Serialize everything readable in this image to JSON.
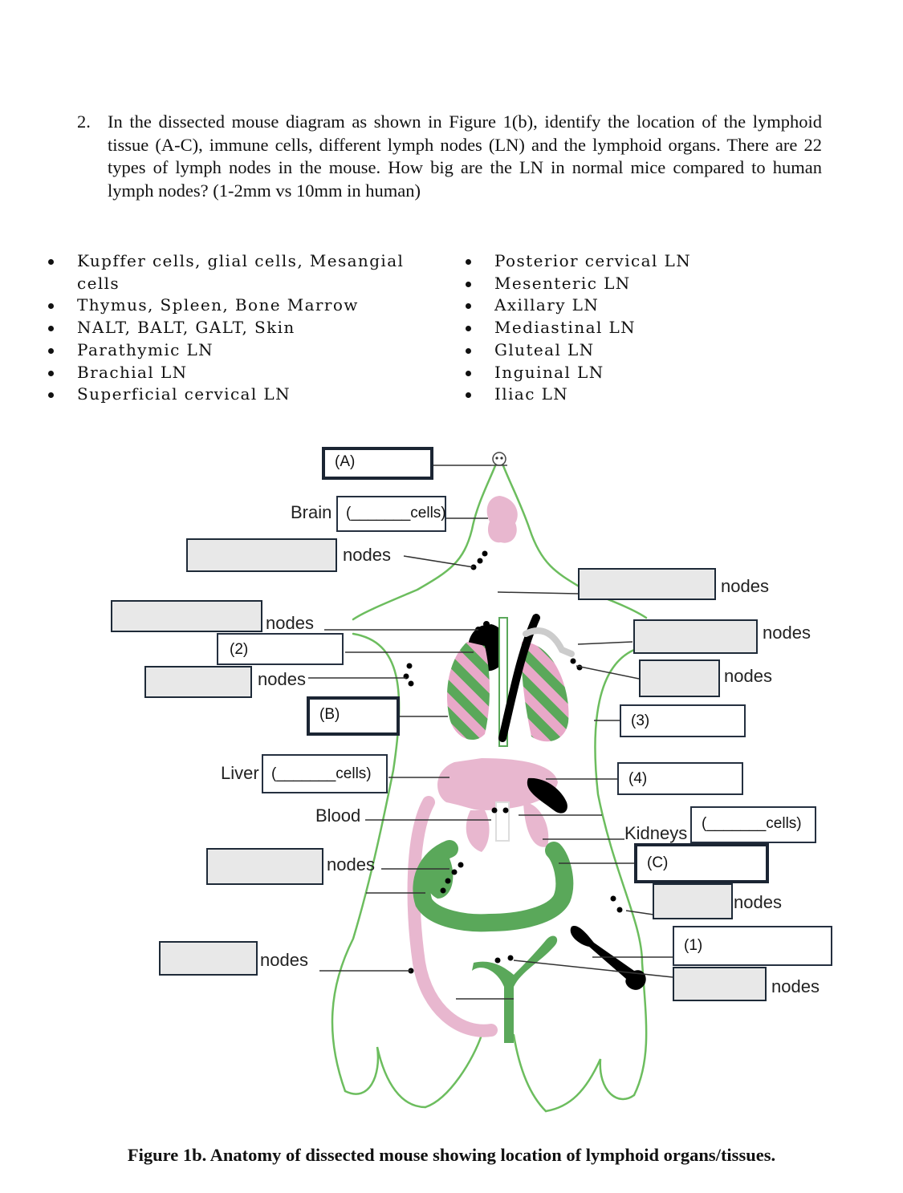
{
  "question": {
    "number": "2.",
    "text": "In the dissected mouse diagram as shown in Figure 1(b), identify the location of the lymphoid tissue (A-C), immune cells, different lymph nodes (LN) and the lymphoid organs. There are 22 types of lymph nodes in the mouse. How big are the LN in normal mice compared to human lymph nodes? (1-2mm vs 10mm in human)"
  },
  "options_left": [
    "Kupffer cells, glial cells, Mesangial cells",
    "Thymus, Spleen, Bone Marrow",
    "NALT, BALT, GALT, Skin",
    "Parathymic LN",
    "Brachial LN",
    "Superficial cervical LN"
  ],
  "options_right": [
    "Posterior cervical LN",
    "Mesenteric LN",
    "Axillary LN",
    "Mediastinal LN",
    "Gluteal LN",
    "Inguinal LN",
    "Iliac LN"
  ],
  "diagram": {
    "box_a": "(A)",
    "box_b": "(B)",
    "box_c": "(C)",
    "box_1": "(1)",
    "box_2": "(2)",
    "box_3": "(3)",
    "box_4": "(4)",
    "brain_label": "Brain",
    "liver_label": "Liver",
    "kidneys_label": "Kidneys",
    "blood_label": "Blood",
    "cells_blank": "(_______cells)",
    "nodes": "nodes"
  },
  "colors": {
    "outline_green": "#6cbd5e",
    "organ_green": "#5aa85a",
    "organ_pink": "#e8b7cf",
    "lung_pink": "#e8a8c8",
    "box_fill": "#e8e8e8"
  },
  "caption": "Figure 1b. Anatomy of dissected mouse showing location of lymphoid organs/tissues."
}
